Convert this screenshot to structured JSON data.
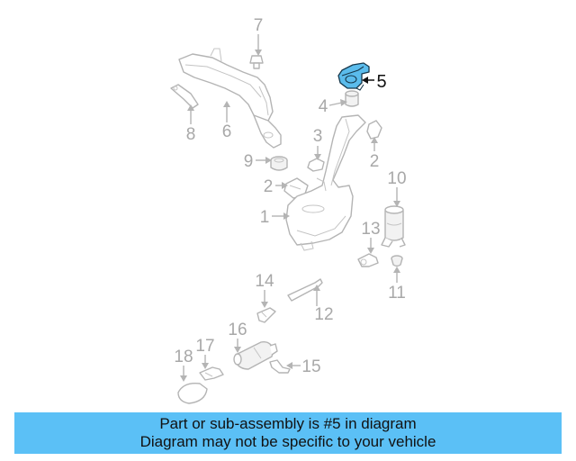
{
  "callouts": {
    "c1": "1",
    "c2a": "2",
    "c2b": "2",
    "c3": "3",
    "c4": "4",
    "c5": "5",
    "c6": "6",
    "c7": "7",
    "c8": "8",
    "c9": "9",
    "c10": "10",
    "c11": "11",
    "c12": "12",
    "c13": "13",
    "c14": "14",
    "c15": "15",
    "c16": "16",
    "c17": "17",
    "c18": "18"
  },
  "highlighted_part": "5",
  "colors": {
    "highlight": "#5bbcec",
    "banner": "#5bc0f6",
    "line_gray": "#b4b4b4"
  },
  "banner": {
    "line1": "Part or sub-assembly is #5 in diagram",
    "line2": "Diagram may not be specific to your vehicle"
  }
}
